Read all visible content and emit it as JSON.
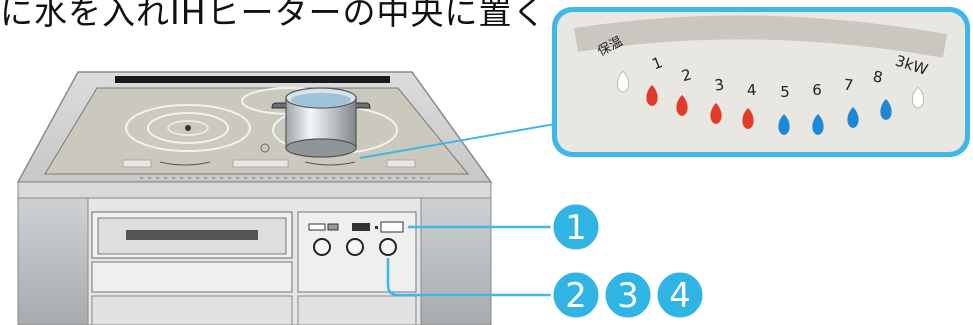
{
  "heading": "に水を入れIHヒーターの中央に置く",
  "scale": {
    "labels": [
      "保温",
      "1",
      "2",
      "3",
      "4",
      "5",
      "6",
      "7",
      "8",
      "3kW"
    ],
    "colors": {
      "white": "#ffffff",
      "red": "#e23b2a",
      "blue": "#1e88d6"
    },
    "drop_colors": [
      "white",
      "red",
      "red",
      "red",
      "red",
      "blue",
      "blue",
      "blue",
      "blue",
      "white"
    ]
  },
  "callouts": [
    "1",
    "2",
    "3",
    "4"
  ],
  "colors": {
    "callout": "#2fb4e4",
    "callout_border": "#ffffff",
    "panel_border": "#3fb7e8",
    "panel_bg": "#e8e7e2"
  }
}
